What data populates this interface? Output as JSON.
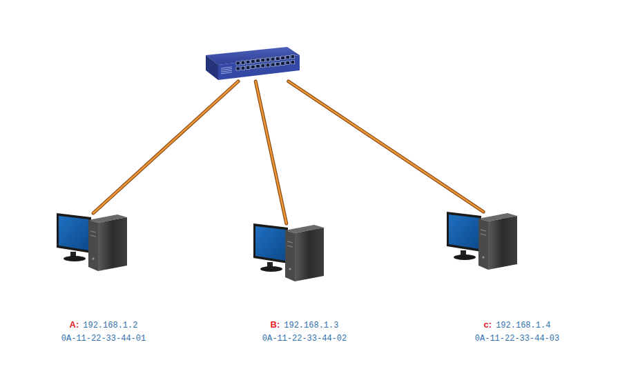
{
  "diagram": {
    "nodes": [
      {
        "text": []
      },
      {
        "text": [
          "A:",
          "192.168.1.2",
          "0A-11-22-33-44-01"
        ]
      },
      {
        "text": [
          "B:",
          "192.168.1.3",
          "0A-11-22-33-44-02"
        ]
      },
      {
        "text": [
          "c:",
          "192.168.1.4",
          "0A-11-22-33-44-03"
        ]
      }
    ],
    "edges": [
      {
        "from": 0,
        "to": 1,
        "arrow": "none"
      },
      {
        "from": 0,
        "to": 2,
        "arrow": "none"
      },
      {
        "from": 0,
        "to": 3,
        "arrow": "none"
      }
    ]
  }
}
